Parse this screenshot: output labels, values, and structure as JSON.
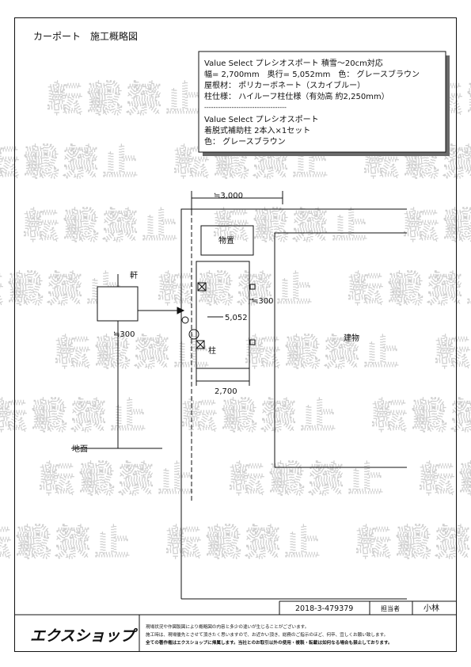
{
  "page_title": "カーポート　施工概略図",
  "spec": {
    "line1": "Value Select プレシオスポート 積雪～20cm対応",
    "line2": "幅= 2,700mm　奥行= 5,052mm　色： グレースブラウン",
    "line3": "屋根材： ポリカーボネート（スカイブルー）",
    "line4": "柱仕様： ハイルーフ柱仕様（有効高 約2,250mm）",
    "divider": "------------------------------------",
    "line5": "Value Select プレシオスポート",
    "line6": "着脱式補助柱 2本入×1セット",
    "line7": "色： グレースブラウン"
  },
  "plan": {
    "dim_top": "≒3,000",
    "shed": "物置",
    "depth": "5,052",
    "width": "2,700",
    "offset_right": "≒300",
    "pillar": "柱",
    "building": "建物"
  },
  "section": {
    "eave": "軒",
    "offset": "≒300",
    "ground": "地面"
  },
  "watermark": "転載禁止",
  "footer": {
    "order_no": "2018-3-479379",
    "staff_label": "担当者",
    "staff_name": "小林",
    "brand": "エクスショップ",
    "note1": "現場状況や作図製図により概略図の内容と多少の違いが生じることがございます。",
    "note2": "施工時は、現場優先とさせて頂きたく思いますので、お近かい頂き、総務のご指示のほど、何卒、宜しくお願い致します。",
    "note3": "全ての著作権はエクスショップに帰属します。当社とのお取引以外の使用・複製・転載は如何なる場合も禁止しております。"
  },
  "colors": {
    "line": "#111111",
    "watermark": "#cfcfcf",
    "paper": "#ffffff"
  }
}
